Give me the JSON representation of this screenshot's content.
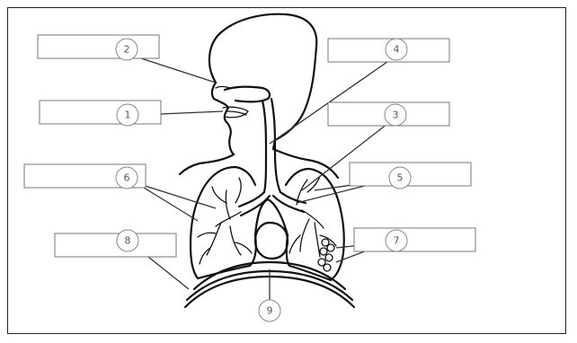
{
  "labels": [
    {
      "key": "1",
      "number": "1",
      "answer": ""
    },
    {
      "key": "2",
      "number": "2",
      "answer": ""
    },
    {
      "key": "3",
      "number": "3",
      "answer": ""
    },
    {
      "key": "4",
      "number": "4",
      "answer": ""
    },
    {
      "key": "5",
      "number": "5",
      "answer": ""
    },
    {
      "key": "6",
      "number": "6",
      "answer": ""
    },
    {
      "key": "7",
      "number": "7",
      "answer": ""
    },
    {
      "key": "8",
      "number": "8",
      "answer": ""
    },
    {
      "key": "9",
      "number": "9"
    }
  ],
  "colors": {
    "outline": "#111111",
    "box_border": "#777777",
    "circle_border": "#888888",
    "number_text": "#555555"
  }
}
